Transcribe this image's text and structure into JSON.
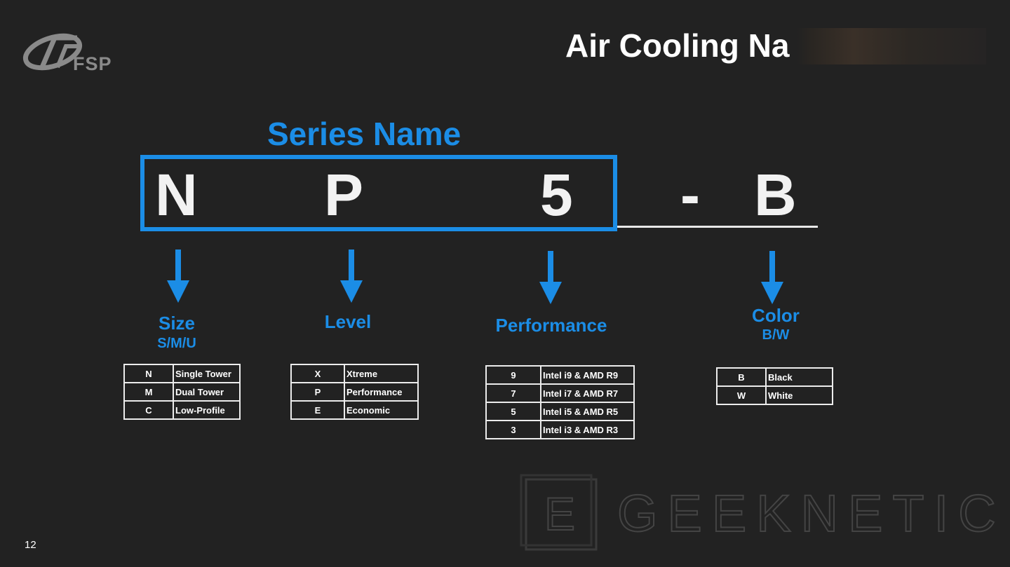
{
  "brand": {
    "logo_text": "FSP"
  },
  "title": "Air Cooling Na",
  "series": {
    "label": "Series Name",
    "letters": [
      "N",
      "P",
      "5"
    ],
    "dash": "-",
    "color_letter": "B"
  },
  "sections": {
    "size": {
      "heading": "Size",
      "sub": "S/M/U",
      "rows": [
        {
          "code": "N",
          "desc": "Single Tower"
        },
        {
          "code": "M",
          "desc": "Dual Tower"
        },
        {
          "code": "C",
          "desc": "Low-Profile"
        }
      ]
    },
    "level": {
      "heading": "Level",
      "rows": [
        {
          "code": "X",
          "desc": "Xtreme"
        },
        {
          "code": "P",
          "desc": "Performance"
        },
        {
          "code": "E",
          "desc": "Economic"
        }
      ]
    },
    "performance": {
      "heading": "Performance",
      "rows": [
        {
          "code": "9",
          "desc": "Intel i9 & AMD R9"
        },
        {
          "code": "7",
          "desc": "Intel i7 & AMD R7"
        },
        {
          "code": "5",
          "desc": "Intel i5 & AMD R5"
        },
        {
          "code": "3",
          "desc": "Intel i3 & AMD R3"
        }
      ]
    },
    "color": {
      "heading": "Color",
      "sub": "B/W",
      "rows": [
        {
          "code": "B",
          "desc": "Black"
        },
        {
          "code": "W",
          "desc": "White"
        }
      ]
    }
  },
  "watermark": {
    "text": "GEEKNETIC",
    "letter": "E"
  },
  "page_number": "12",
  "colors": {
    "accent": "#1b8de6",
    "background": "#222222",
    "text": "#ffffff"
  }
}
